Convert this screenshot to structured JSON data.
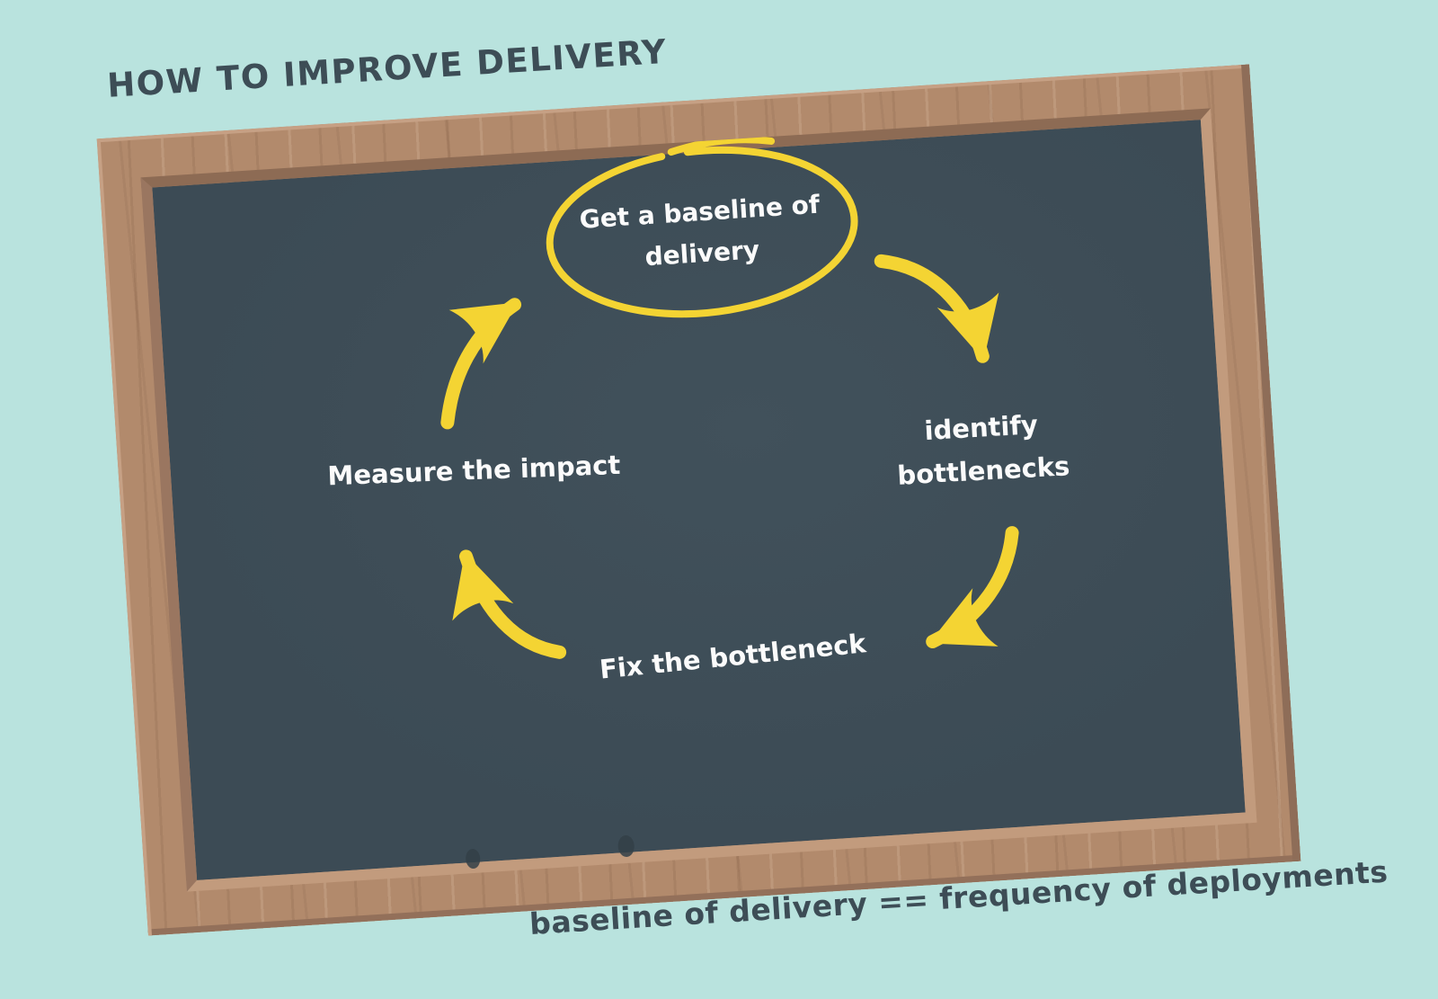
{
  "illustration": {
    "title": "How to improve delivery",
    "footnote": "baseline of delivery == frequency of deployments"
  },
  "chalkboard": {
    "steps": [
      {
        "name": "get-baseline",
        "lines": [
          "Get a baseline of",
          "delivery"
        ],
        "highlighted": true
      },
      {
        "name": "identify-bottlenecks",
        "lines": [
          "identify",
          "bottlenecks"
        ],
        "highlighted": false
      },
      {
        "name": "fix-bottleneck",
        "lines": [
          "Fix the bottleneck"
        ],
        "highlighted": false
      },
      {
        "name": "measure-impact",
        "lines": [
          "Measure the impact"
        ],
        "highlighted": false
      }
    ],
    "cycle_order": [
      "Get a baseline of delivery",
      "identify bottlenecks",
      "Fix the bottleneck",
      "Measure the impact"
    ]
  },
  "colors": {
    "background": "#b9e3de",
    "frame_wood": "#b28a6c",
    "chalkboard": "#3c4b55",
    "marker_yellow": "#f4d433",
    "chalk_white": "#fbfbfb",
    "ink": "#3d4d56"
  }
}
